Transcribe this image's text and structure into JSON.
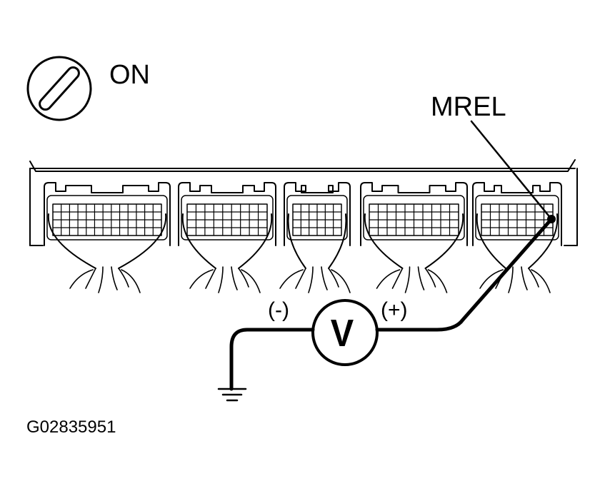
{
  "ignition": {
    "label": "ON",
    "icon": "ignition-switch-icon"
  },
  "terminal": {
    "label": "MREL"
  },
  "meter": {
    "symbol": "V",
    "negative_label": "(-)",
    "positive_label": "(+)"
  },
  "figure_id": "G02835951",
  "colors": {
    "line": "#000000",
    "background": "#ffffff"
  }
}
